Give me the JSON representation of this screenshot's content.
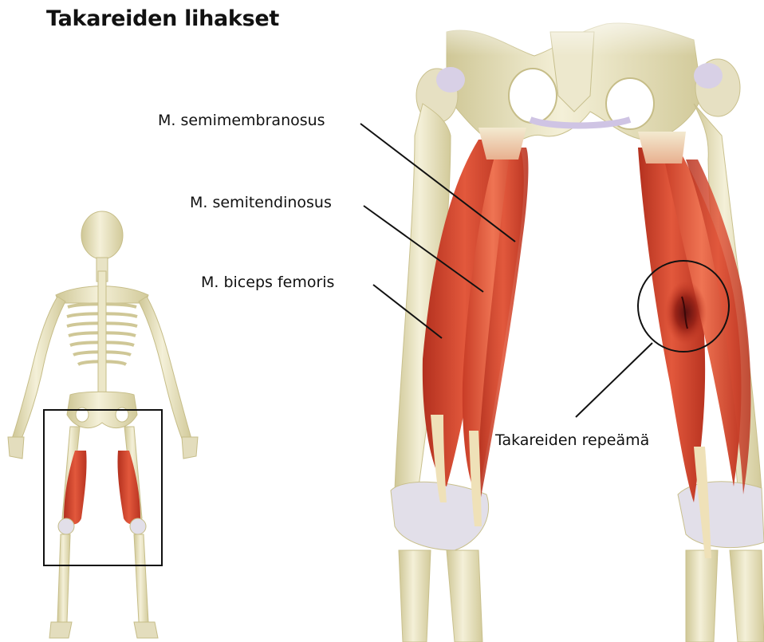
{
  "title": "Takareiden lihakset",
  "labels": {
    "semimembranosus": "M. semimembranosus",
    "semitendinosus": "M. semitendinosus",
    "biceps_femoris": "M. biceps femoris",
    "tear": "Takareiden repeämä"
  },
  "colors": {
    "bone": "#ece7c8",
    "bone_shadow": "#d4cda2",
    "cartilage": "#d9d0e8",
    "muscle": "#d9442e",
    "muscle_dark": "#a8281a",
    "tendon": "#eee3b8"
  }
}
